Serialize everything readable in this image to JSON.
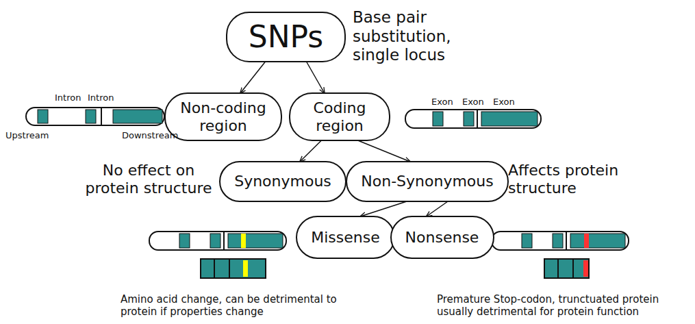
{
  "diagram": {
    "nodes": [
      {
        "text": [
          "SNPs"
        ]
      },
      {
        "text": [
          "Non-coding region"
        ]
      },
      {
        "text": [
          "Coding region"
        ]
      },
      {
        "text": [
          "Synonymous"
        ]
      },
      {
        "text": [
          "Non-Synonymous"
        ]
      },
      {
        "text": [
          "Missense"
        ]
      },
      {
        "text": [
          "Nonsense"
        ]
      }
    ],
    "edges": [
      {
        "from": 0,
        "to": 1,
        "arrow": "to"
      },
      {
        "from": 0,
        "to": 2,
        "arrow": "to"
      },
      {
        "from": 2,
        "to": 3,
        "arrow": "to"
      },
      {
        "from": 2,
        "to": 4,
        "arrow": "to"
      },
      {
        "from": 4,
        "to": 5,
        "arrow": "to"
      },
      {
        "from": 4,
        "to": 6,
        "arrow": "to"
      }
    ],
    "labels": [
      "Base pair substitution, single locus",
      "Intron",
      "Intron",
      "Upstream",
      "Downstream",
      "Exon",
      "Exon",
      "Exon",
      "No effect on protein structure",
      "Affects protein structure",
      "Amino acid change, can be detrimental to protein if properties change",
      "Premature Stop-codon, trunctuated protein usually detrimental for protein function"
    ]
  }
}
